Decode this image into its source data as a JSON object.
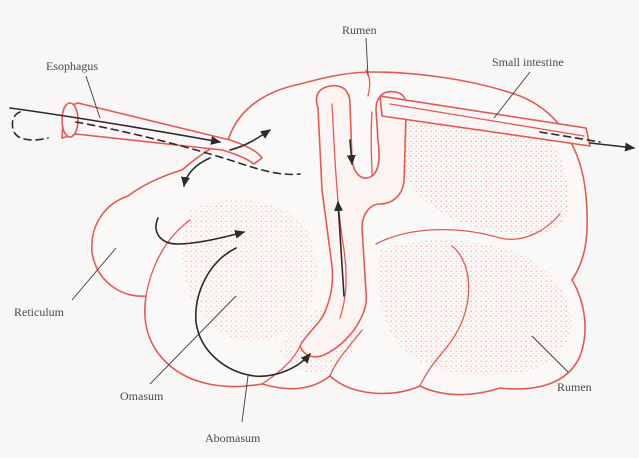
{
  "labels": {
    "esophagus": "Esophagus",
    "rumen_top": "Rumen",
    "small_intestine": "Small intestine",
    "reticulum": "Reticulum",
    "omasum": "Omasum",
    "abomasum": "Abomasum",
    "rumen_right": "Rumen"
  },
  "colors": {
    "organ_outline": "#e35a55",
    "stipple": "#f2d3cf",
    "flow_arrow": "#2b2b2b",
    "label_text": "#4a4a4a"
  }
}
